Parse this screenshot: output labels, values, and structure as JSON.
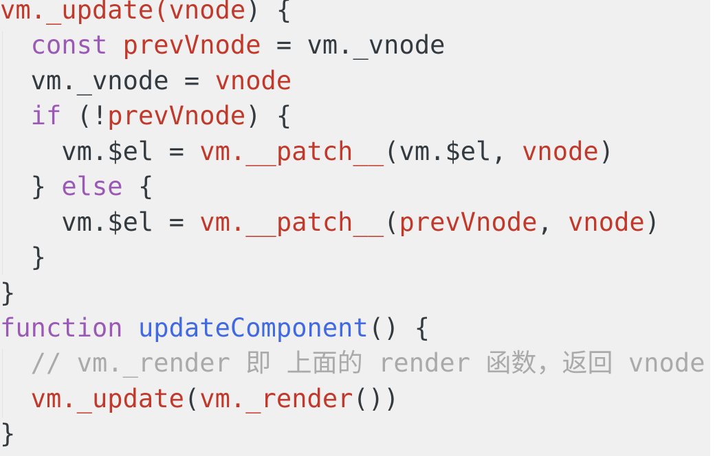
{
  "colors": {
    "red": "#c0392b",
    "keyword": "#9b59b6",
    "function": "#4169e1",
    "comment": "#aaaaaa",
    "plain": "#333a40",
    "background": "#f0f0f0"
  },
  "code_lines": [
    [
      [
        "vm._update(",
        "red"
      ],
      [
        "vnode",
        "red"
      ],
      [
        ") {",
        "pl"
      ]
    ],
    [
      [
        "  ",
        "pl"
      ],
      [
        "const",
        "kw"
      ],
      [
        " ",
        "pl"
      ],
      [
        "prevVnode",
        "red"
      ],
      [
        " = vm._vnode",
        "pl"
      ]
    ],
    [
      [
        "  vm._vnode = ",
        "pl"
      ],
      [
        "vnode",
        "red"
      ]
    ],
    [
      [
        "  ",
        "pl"
      ],
      [
        "if",
        "kw"
      ],
      [
        " (!",
        "pl"
      ],
      [
        "prevVnode",
        "red"
      ],
      [
        ") {",
        "pl"
      ]
    ],
    [
      [
        "    vm.$el = ",
        "pl"
      ],
      [
        "vm.__patch__",
        "red"
      ],
      [
        "(vm.$el, ",
        "pl"
      ],
      [
        "vnode",
        "red"
      ],
      [
        ")",
        "pl"
      ]
    ],
    [
      [
        "  } ",
        "pl"
      ],
      [
        "else",
        "kw"
      ],
      [
        " {",
        "pl"
      ]
    ],
    [
      [
        "    vm.$el = ",
        "pl"
      ],
      [
        "vm.__patch__",
        "red"
      ],
      [
        "(",
        "pl"
      ],
      [
        "prevVnode",
        "red"
      ],
      [
        ", ",
        "pl"
      ],
      [
        "vnode",
        "red"
      ],
      [
        ")",
        "pl"
      ]
    ],
    [
      [
        "  }",
        "pl"
      ]
    ],
    [
      [
        "}",
        "pl"
      ]
    ],
    [
      [
        "function",
        "kw"
      ],
      [
        " ",
        "pl"
      ],
      [
        "updateComponent",
        "fn"
      ],
      [
        "() {",
        "pl"
      ]
    ],
    [
      [
        "  ",
        "pl"
      ],
      [
        "// vm._render 即 上面的 render 函数，返回 vnode",
        "cm"
      ]
    ],
    [
      [
        "  ",
        "pl"
      ],
      [
        "vm._update",
        "red"
      ],
      [
        "(",
        "pl"
      ],
      [
        "vm._render",
        "red"
      ],
      [
        "())",
        "pl"
      ]
    ],
    [
      [
        "}",
        "pl"
      ]
    ]
  ]
}
